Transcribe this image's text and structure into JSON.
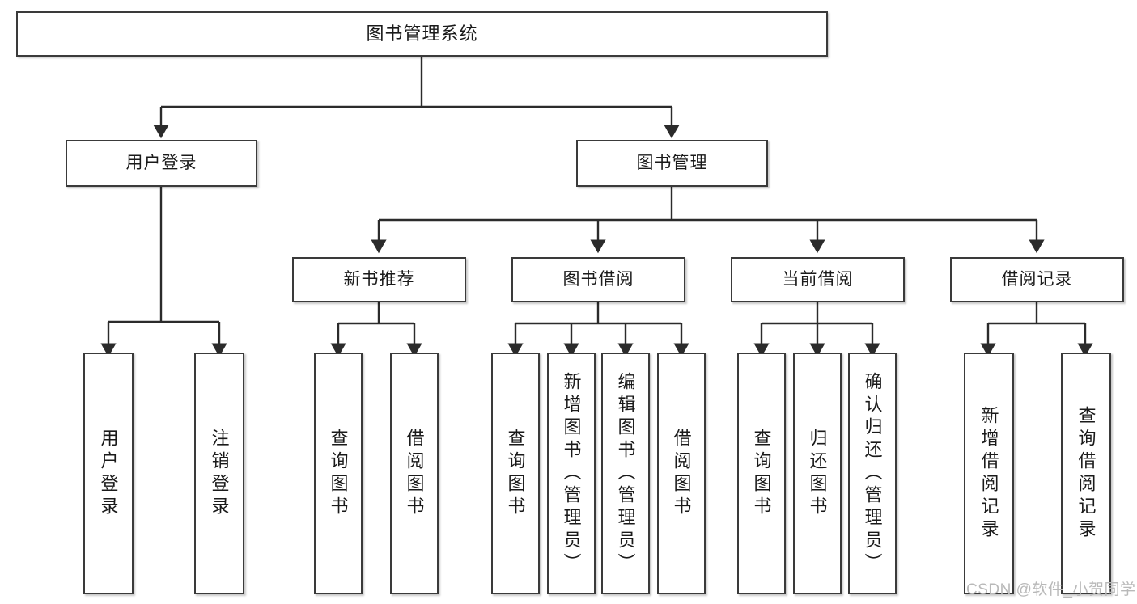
{
  "diagram": {
    "title": "图书管理系统",
    "type": "tree",
    "watermark": "CSDN @软件_小贺同学",
    "colors": {
      "box_border": "#3a3a3a",
      "box_fill": "#ffffff",
      "connector": "#2b2b2b",
      "text": "#1a1a1a",
      "watermark": "#b9b9b9"
    },
    "nodes": {
      "root": {
        "label": "图书管理系统",
        "level": 0
      },
      "level1": [
        {
          "id": "user_login",
          "label": "用户登录"
        },
        {
          "id": "book_manage",
          "label": "图书管理"
        }
      ],
      "level2": [
        {
          "id": "new_book_rec",
          "label": "新书推荐",
          "parent": "book_manage"
        },
        {
          "id": "book_borrow",
          "label": "图书借阅",
          "parent": "book_manage"
        },
        {
          "id": "current_borrow",
          "label": "当前借阅",
          "parent": "book_manage"
        },
        {
          "id": "borrow_record",
          "label": "借阅记录",
          "parent": "book_manage"
        }
      ],
      "leaves": [
        {
          "id": "leaf_user_login",
          "label": "用户登录",
          "parent": "user_login"
        },
        {
          "id": "leaf_user_logout",
          "label": "注销登录",
          "parent": "user_login"
        },
        {
          "id": "leaf_query_book_1",
          "label": "查询图书",
          "parent": "new_book_rec"
        },
        {
          "id": "leaf_borrow_book_1",
          "label": "借阅图书",
          "parent": "new_book_rec"
        },
        {
          "id": "leaf_query_book_2",
          "label": "查询图书",
          "parent": "book_borrow"
        },
        {
          "id": "leaf_add_book",
          "label": "新增图书（管理员）",
          "parent": "book_borrow"
        },
        {
          "id": "leaf_edit_book",
          "label": "编辑图书（管理员）",
          "parent": "book_borrow"
        },
        {
          "id": "leaf_borrow_book_2",
          "label": "借阅图书",
          "parent": "book_borrow"
        },
        {
          "id": "leaf_query_book_3",
          "label": "查询图书",
          "parent": "current_borrow"
        },
        {
          "id": "leaf_return_book",
          "label": "归还图书",
          "parent": "current_borrow"
        },
        {
          "id": "leaf_confirm_return",
          "label": "确认归还（管理员）",
          "parent": "current_borrow"
        },
        {
          "id": "leaf_add_record",
          "label": "新增借阅记录",
          "parent": "borrow_record"
        },
        {
          "id": "leaf_query_record",
          "label": "查询借阅记录",
          "parent": "borrow_record"
        }
      ]
    }
  }
}
